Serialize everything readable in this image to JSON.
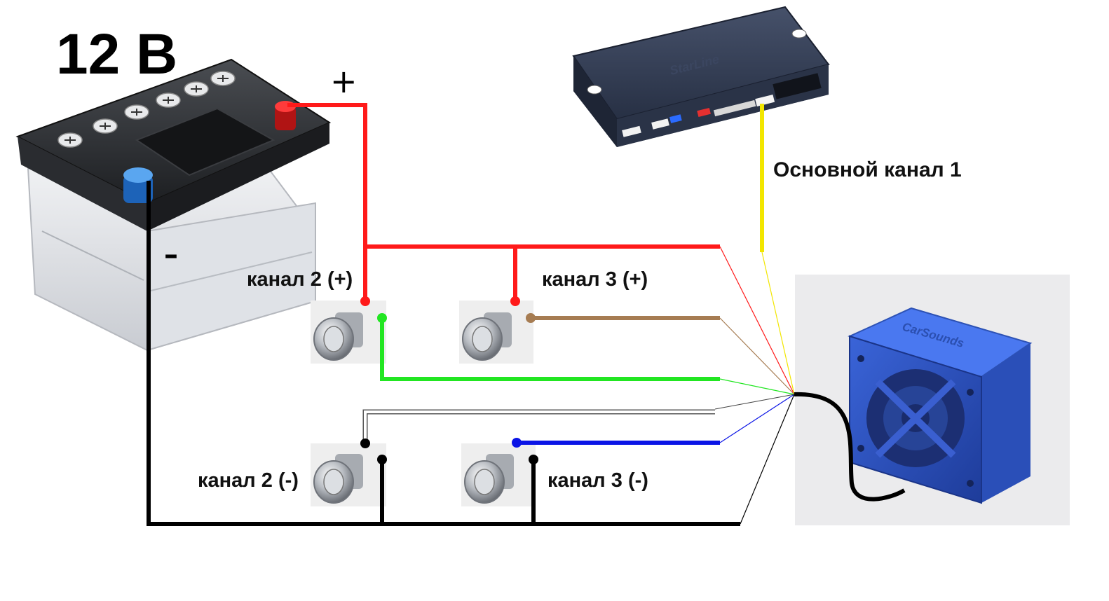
{
  "voltage_label": "12 В",
  "plus_sign": "+",
  "minus_sign": "–",
  "main_channel_label": "Основной канал 1",
  "labels": {
    "ch2_plus": "канал 2 (+)",
    "ch3_plus": "канал 3 (+)",
    "ch2_minus": "канал 2 (-)",
    "ch3_minus": "канал 3 (-)"
  },
  "module_brand": "StarLine",
  "siren_brand": "CarSounds",
  "colors": {
    "positive_wire": "#ff1a1a",
    "negative_wire": "#000000",
    "ch1_wire": "#f2e600",
    "ch2_plus_out": "#22e622",
    "ch3_plus_out": "#a67c52",
    "ch2_minus_out": "#ffffff",
    "ch3_minus_out": "#0a14e6",
    "battery_plus_terminal": "#d41a1a",
    "battery_minus_terminal": "#2c7fd8",
    "siren_body": "#2f55c8",
    "module_body": "#2e3a52"
  }
}
